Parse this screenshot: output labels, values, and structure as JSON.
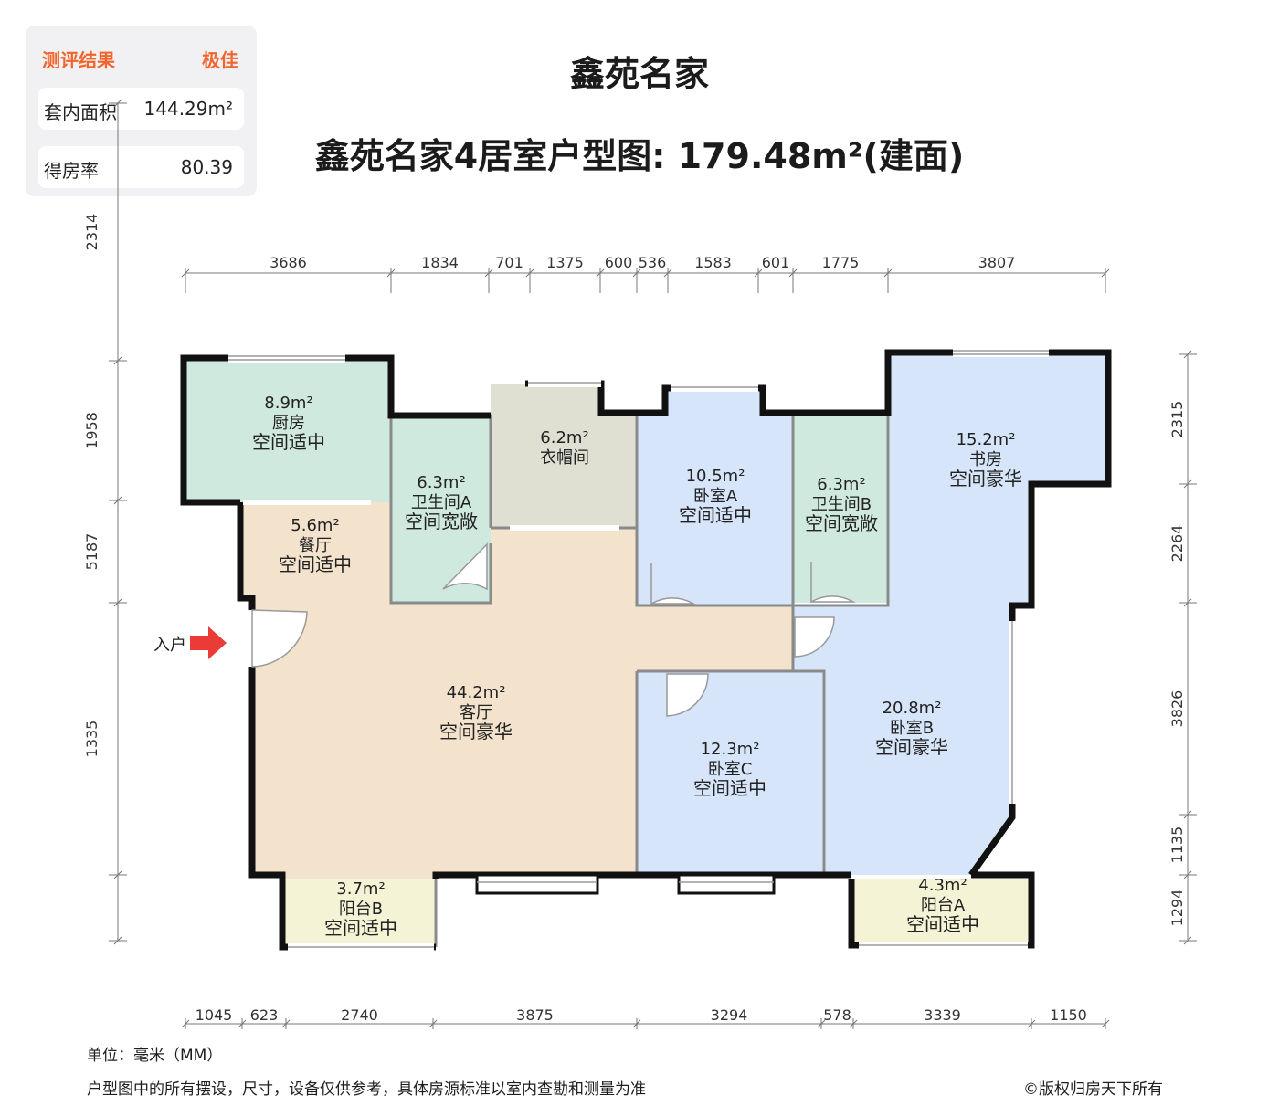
{
  "evaluation": {
    "header_label": "测评结果",
    "header_value": "极佳",
    "inner_area_label": "套内面积",
    "inner_area_value": "144.29m²",
    "efficiency_label": "得房率",
    "efficiency_value": "80.39"
  },
  "title": "鑫苑名家",
  "subtitle": "鑫苑名家4居室户型图: 179.48m²(建面)",
  "entry_label": "入户",
  "rooms": [
    {
      "id": "kitchen",
      "area": "8.9m²",
      "name": "厨房",
      "quality": "空间适中",
      "color": "#cfe9df"
    },
    {
      "id": "bath-a",
      "area": "6.3m²",
      "name": "卫生间A",
      "quality": "空间宽敞",
      "color": "#cfe9df"
    },
    {
      "id": "cloakroom",
      "area": "6.2m²",
      "name": "衣帽间",
      "quality": "",
      "color": "#dfe0d2"
    },
    {
      "id": "bedroom-a",
      "area": "10.5m²",
      "name": "卧室A",
      "quality": "空间适中",
      "color": "#d7e5fa"
    },
    {
      "id": "bath-b",
      "area": "6.3m²",
      "name": "卫生间B",
      "quality": "空间宽敞",
      "color": "#cfe9df"
    },
    {
      "id": "study",
      "area": "15.2m²",
      "name": "书房",
      "quality": "空间豪华",
      "color": "#d7e5fa"
    },
    {
      "id": "dining",
      "area": "5.6m²",
      "name": "餐厅",
      "quality": "空间适中",
      "color": "#f3e3cc"
    },
    {
      "id": "living",
      "area": "44.2m²",
      "name": "客厅",
      "quality": "空间豪华",
      "color": "#f3e3cc"
    },
    {
      "id": "bedroom-c",
      "area": "12.3m²",
      "name": "卧室C",
      "quality": "空间适中",
      "color": "#d7e5fa"
    },
    {
      "id": "bedroom-b",
      "area": "20.8m²",
      "name": "卧室B",
      "quality": "空间豪华",
      "color": "#d7e5fa"
    },
    {
      "id": "balcony-b",
      "area": "3.7m²",
      "name": "阳台B",
      "quality": "空间适中",
      "color": "#f5f3d6"
    },
    {
      "id": "balcony-a",
      "area": "4.3m²",
      "name": "阳台A",
      "quality": "空间适中",
      "color": "#f5f3d6"
    }
  ],
  "dimensions": {
    "top": [
      "3686",
      "1834",
      "701",
      "1375",
      "600",
      "536",
      "1583",
      "601",
      "1775",
      "3807"
    ],
    "bottom": [
      "1045",
      "623",
      "2740",
      "3875",
      "3294",
      "578",
      "3339",
      "1150"
    ],
    "left": [
      "2314",
      "1958",
      "5187",
      "1335"
    ],
    "right": [
      "2315",
      "2264",
      "3826",
      "1135",
      "1294"
    ]
  },
  "footer": {
    "unit": "单位：毫米（MM）",
    "disclaimer": "户型图中的所有摆设，尺寸，设备仅供参考，具体房源标准以室内查勘和测量为准",
    "copyright": "©版权归房天下所有"
  }
}
